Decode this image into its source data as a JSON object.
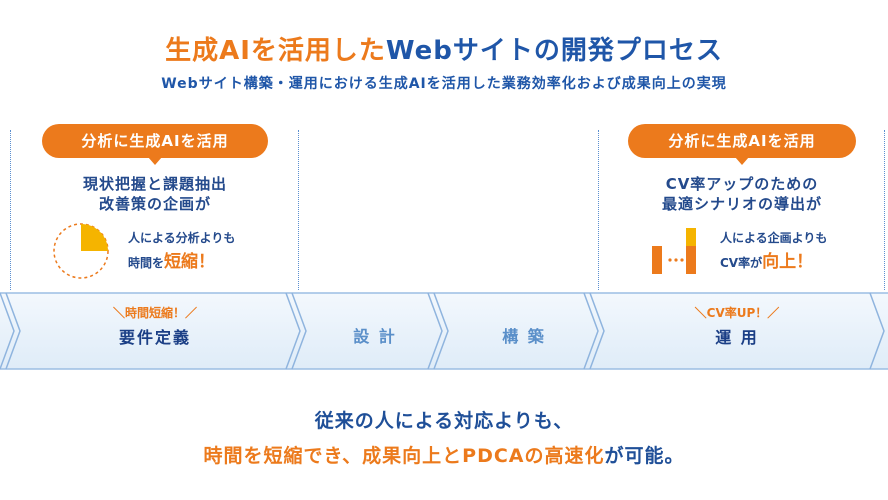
{
  "header": {
    "title_part1": "生成AIを活用した",
    "title_part2": "Webサイトの開発プロセス",
    "subtitle": "Webサイト構築・運用における生成AIを活用した業務効率化および成果向上の実現"
  },
  "left_panel": {
    "pill": "分析に生成AIを活用",
    "desc_line1": "現状把握と課題抽出",
    "desc_line2": "改善策の企画が",
    "note_line1": "人による分析よりも",
    "note_line2_prefix": "時間を",
    "note_line2_emph": "短縮！",
    "pie_fraction": 0.25
  },
  "right_panel": {
    "pill": "分析に生成AIを活用",
    "desc_line1": "CV率アップのための",
    "desc_line2": "最適シナリオの導出が",
    "note_line1": "人による企画よりも",
    "note_line2_prefix": "CV率が",
    "note_line2_emph": "向上！"
  },
  "stages": [
    {
      "caption": "＼時間短縮！／",
      "label": "要件定義",
      "style": "main"
    },
    {
      "caption": "",
      "label": "設 計",
      "style": "sub"
    },
    {
      "caption": "",
      "label": "構 築",
      "style": "sub"
    },
    {
      "caption": "＼CV率UP！／",
      "label": "運 用",
      "style": "main"
    }
  ],
  "bottom": {
    "line1": "従来の人による対応よりも、",
    "line2_part1": "時間を短縮でき、",
    "line2_part2": "成果向上とPDCAの高速化",
    "line2_part3": "が可能。"
  },
  "colors": {
    "accent": "#ec7a1c",
    "primary": "#1f56a8",
    "arrow_fill": "#dceaf7"
  }
}
